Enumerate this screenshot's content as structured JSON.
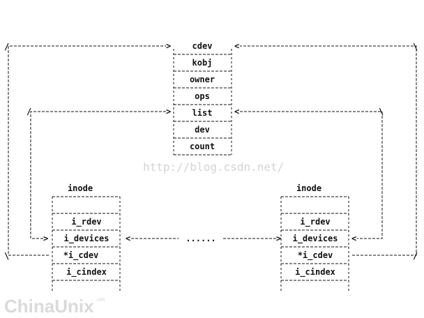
{
  "cdev_struct": {
    "fields": [
      "cdev",
      "kobj",
      "owner",
      "ops",
      "list",
      "dev",
      "count"
    ]
  },
  "left_inode": {
    "title": "inode",
    "fields": [
      "",
      "i_rdev",
      "i_devices",
      "*i_cdev",
      "i_cindex",
      ""
    ]
  },
  "right_inode": {
    "title": "inode",
    "fields": [
      "",
      "i_rdev",
      "i_devices",
      "*i_cdev",
      "i_cindex",
      ""
    ]
  },
  "ellipsis": "......",
  "watermark": "http://blog.csdn.net/",
  "brand": {
    "name": "ChinaUnix",
    "sup": ".net"
  }
}
